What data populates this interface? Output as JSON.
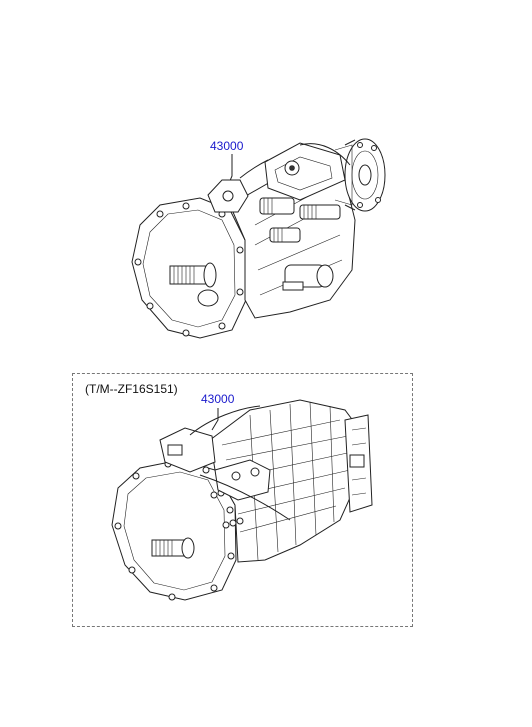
{
  "diagram": {
    "top_assembly": {
      "part_number": "43000"
    },
    "bottom_assembly": {
      "variant": "(T/M--ZF16S151)",
      "part_number": "43000"
    }
  }
}
